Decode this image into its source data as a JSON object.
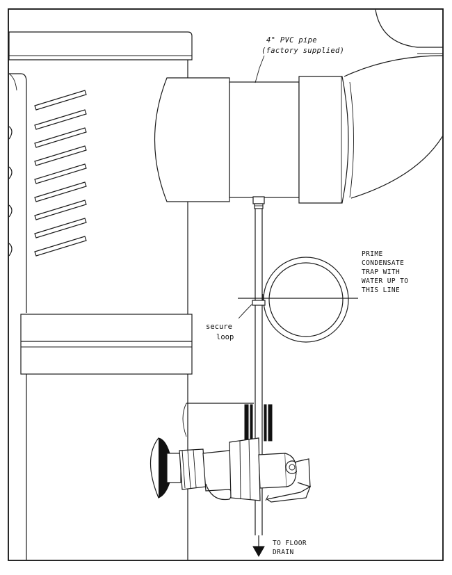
{
  "diagram": {
    "labels": {
      "pipe_line1": "4\" PVC pipe",
      "pipe_line2": "(factory supplied)",
      "prime_line1": "PRIME",
      "prime_line2": "CONDENSATE",
      "prime_line3": "TRAP WITH",
      "prime_line4": "WATER UP TO",
      "prime_line5": "THIS LINE",
      "secure_line1": "secure",
      "secure_line2": "loop",
      "drain_line1": "TO FLOOR",
      "drain_line2": "DRAIN"
    },
    "icons": {
      "drain_arrow": "arrow-down-icon",
      "fitting": "nut-fitting-icon",
      "valve": "valve-icon"
    },
    "colors": {
      "line": "#1a1a1a",
      "background": "#ffffff"
    }
  }
}
